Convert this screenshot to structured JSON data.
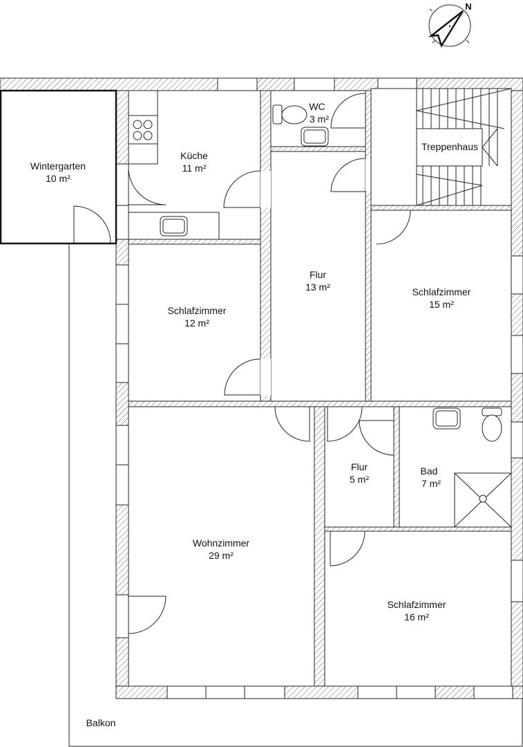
{
  "plan": {
    "compass": {
      "north_label": "N",
      "icon": "north-arrow-icon"
    },
    "rooms": [
      {
        "name": "Wintergarten",
        "area": "10 m²"
      },
      {
        "name": "Küche",
        "area": "11 m²"
      },
      {
        "name": "WC",
        "area": "3 m²"
      },
      {
        "name": "Treppenhaus",
        "area": ""
      },
      {
        "name": "Flur",
        "area": "13 m²"
      },
      {
        "name": "Schlafzimmer",
        "area": "12 m²"
      },
      {
        "name": "Schlafzimmer",
        "area": "15 m²"
      },
      {
        "name": "Flur",
        "area": "5 m²"
      },
      {
        "name": "Bad",
        "area": "7 m²"
      },
      {
        "name": "Wohnzimmer",
        "area": "29 m²"
      },
      {
        "name": "Schlafzimmer",
        "area": "16 m²"
      },
      {
        "name": "Balkon",
        "area": ""
      }
    ]
  }
}
